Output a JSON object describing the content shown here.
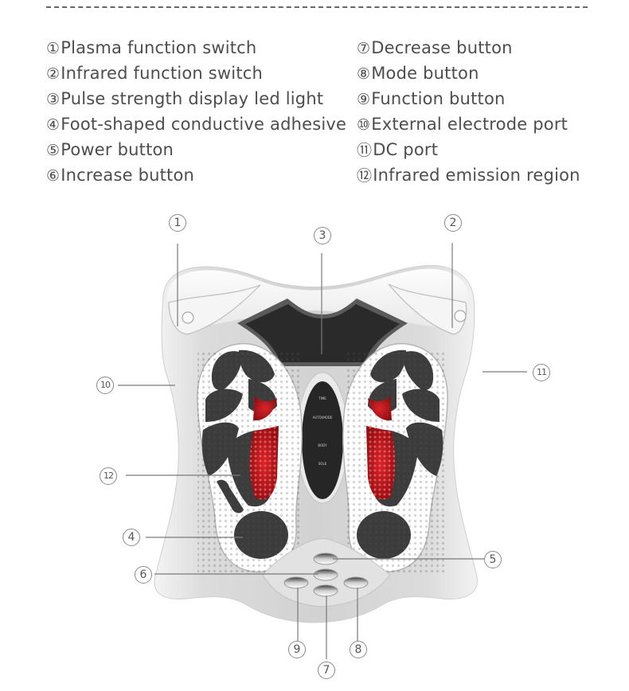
{
  "legend": {
    "left": [
      {
        "num": "①",
        "label": "Plasma function switch"
      },
      {
        "num": "②",
        "label": "Infrared function switch"
      },
      {
        "num": "③",
        "label": "Pulse strength display led light"
      },
      {
        "num": "④",
        "label": "Foot-shaped conductive adhesive"
      },
      {
        "num": "⑤",
        "label": "Power button"
      },
      {
        "num": "⑥",
        "label": "Increase button"
      }
    ],
    "right": [
      {
        "num": "⑦",
        "label": "Decrease button"
      },
      {
        "num": "⑧",
        "label": "Mode button"
      },
      {
        "num": "⑨",
        "label": "Function button"
      },
      {
        "num": "⑩",
        "label": "External electrode port"
      },
      {
        "num": "⑪",
        "label": "DC port"
      },
      {
        "num": "⑫",
        "label": "Infrared emission region"
      }
    ]
  },
  "callouts": {
    "c1": "1",
    "c2": "2",
    "c3": "3",
    "c4": "4",
    "c5": "5",
    "c6": "6",
    "c7": "7",
    "c8": "8",
    "c9": "9",
    "c10": "10",
    "c11": "11",
    "c12": "12"
  },
  "panel": {
    "labels": [
      "TIME",
      "AUTO/MODE",
      "BODY",
      "SOLE"
    ]
  },
  "colors": {
    "text": "#4d4d4d",
    "device_body": "#e6e6e6",
    "pad_dark": "#3a3a3a",
    "infrared_red": "#c8141c",
    "leader_line": "#7a7a7a"
  }
}
